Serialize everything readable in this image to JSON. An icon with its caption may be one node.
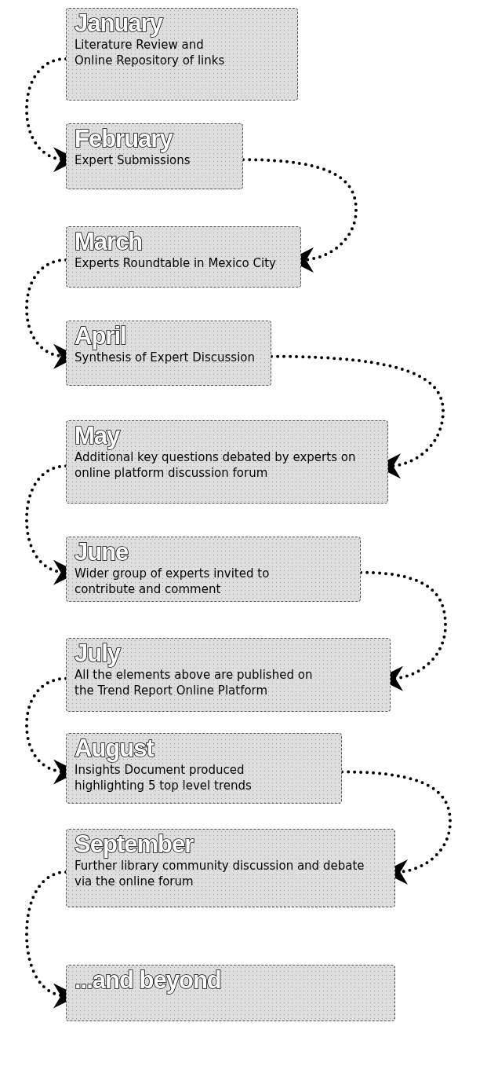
{
  "diagram": {
    "nodes": [
      {
        "text": [
          "January",
          "Literature Review and Online Repository of links"
        ]
      },
      {
        "text": [
          "February",
          "Expert Submissions"
        ]
      },
      {
        "text": [
          "March",
          "Experts Roundtable in Mexico City"
        ]
      },
      {
        "text": [
          "April",
          "Synthesis of Expert Discussion"
        ]
      },
      {
        "text": [
          "May",
          "Additional key questions debated by experts on online platform discussion forum"
        ]
      },
      {
        "text": [
          "June",
          "Wider group of experts invited to contribute and comment"
        ]
      },
      {
        "text": [
          "July",
          "All the elements above are published on the Trend Report Online Platform"
        ]
      },
      {
        "text": [
          "August",
          "Insights Document produced highlighting 5 top level trends"
        ]
      },
      {
        "text": [
          "September",
          "Further library community discussion and debate via the online forum"
        ]
      },
      {
        "text": [
          "...and beyond"
        ]
      }
    ],
    "edges": [
      {
        "from": 0,
        "to": 1,
        "arrow": "to"
      },
      {
        "from": 1,
        "to": 2,
        "arrow": "to"
      },
      {
        "from": 2,
        "to": 3,
        "arrow": "to"
      },
      {
        "from": 3,
        "to": 4,
        "arrow": "to"
      },
      {
        "from": 4,
        "to": 5,
        "arrow": "to"
      },
      {
        "from": 5,
        "to": 6,
        "arrow": "to"
      },
      {
        "from": 6,
        "to": 7,
        "arrow": "to"
      },
      {
        "from": 7,
        "to": 8,
        "arrow": "to"
      },
      {
        "from": 8,
        "to": 9,
        "arrow": "to"
      }
    ]
  }
}
